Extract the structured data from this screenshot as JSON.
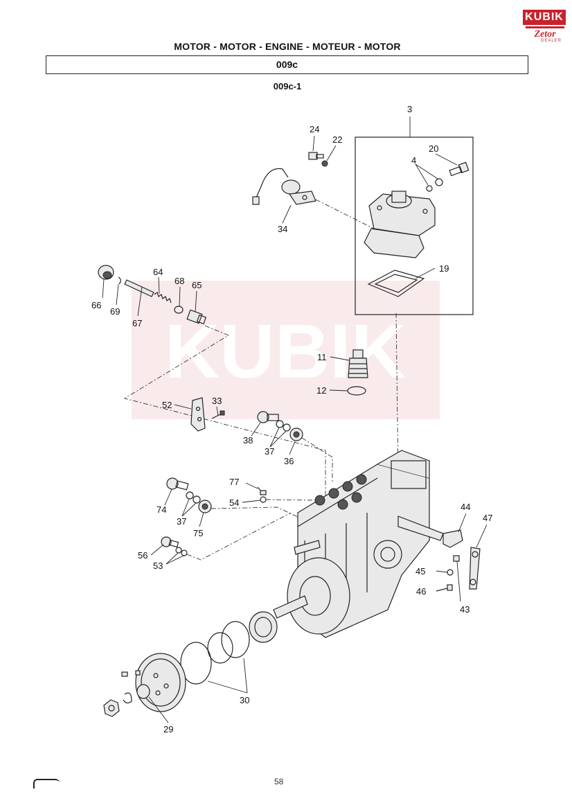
{
  "logo": {
    "brand": "KUBIK",
    "sub": "Zetor",
    "dealer": "DEALER"
  },
  "header": {
    "title": "MOTOR - MOTOR - ENGINE - MOTEUR - MOTOR",
    "code": "009c",
    "subcode": "009c-1"
  },
  "watermark": {
    "text": "KUBIK"
  },
  "parts": [
    {
      "id": "p3",
      "label": "3"
    },
    {
      "id": "p24",
      "label": "24"
    },
    {
      "id": "p22",
      "label": "22"
    },
    {
      "id": "p20",
      "label": "20"
    },
    {
      "id": "p4",
      "label": "4"
    },
    {
      "id": "p34",
      "label": "34"
    },
    {
      "id": "p19",
      "label": "19"
    },
    {
      "id": "p64",
      "label": "64"
    },
    {
      "id": "p68",
      "label": "68"
    },
    {
      "id": "p65",
      "label": "65"
    },
    {
      "id": "p66",
      "label": "66"
    },
    {
      "id": "p69",
      "label": "69"
    },
    {
      "id": "p67",
      "label": "67"
    },
    {
      "id": "p11",
      "label": "11"
    },
    {
      "id": "p12",
      "label": "12"
    },
    {
      "id": "p52",
      "label": "52"
    },
    {
      "id": "p33",
      "label": "33"
    },
    {
      "id": "p38",
      "label": "38"
    },
    {
      "id": "p37a",
      "label": "37"
    },
    {
      "id": "p36",
      "label": "36"
    },
    {
      "id": "p77",
      "label": "77"
    },
    {
      "id": "p54",
      "label": "54"
    },
    {
      "id": "p74",
      "label": "74"
    },
    {
      "id": "p37b",
      "label": "37"
    },
    {
      "id": "p75",
      "label": "75"
    },
    {
      "id": "p56",
      "label": "56"
    },
    {
      "id": "p53",
      "label": "53"
    },
    {
      "id": "p44",
      "label": "44"
    },
    {
      "id": "p47",
      "label": "47"
    },
    {
      "id": "p45",
      "label": "45"
    },
    {
      "id": "p46",
      "label": "46"
    },
    {
      "id": "p43",
      "label": "43"
    },
    {
      "id": "p30",
      "label": "30"
    },
    {
      "id": "p29",
      "label": "29"
    }
  ],
  "footer": {
    "page": "58"
  }
}
